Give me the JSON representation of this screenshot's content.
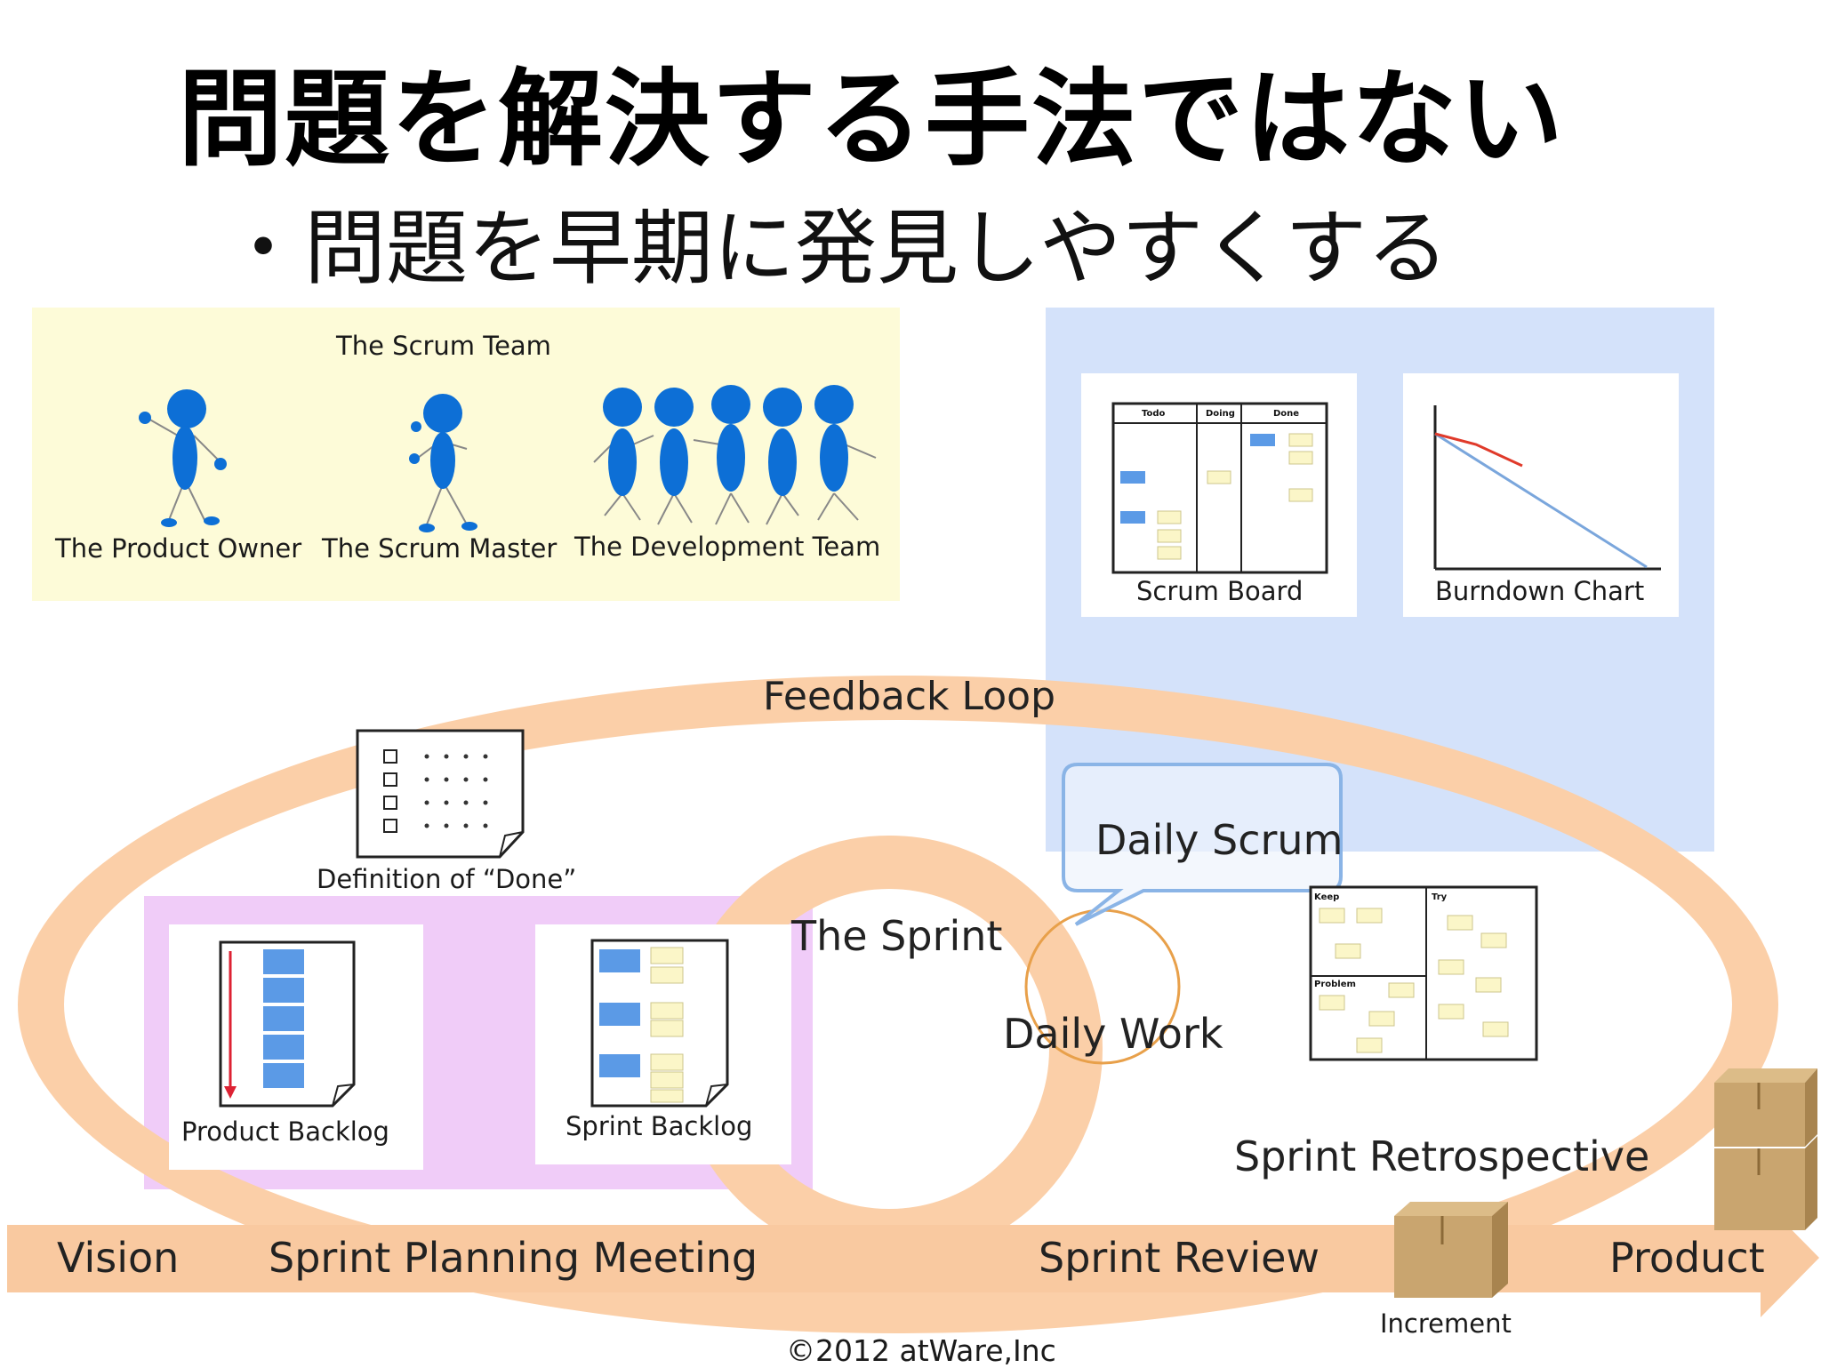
{
  "title": "問題を解決する手法ではない",
  "subtitle": "・問題を早期に発見しやすくする",
  "team": {
    "heading": "The Scrum Team",
    "product_owner": "The Product Owner",
    "scrum_master": "The Scrum Master",
    "development_team": "The Development Team"
  },
  "tools": {
    "scrum_board": {
      "label": "Scrum Board",
      "columns": [
        "Todo",
        "Doing",
        "Done"
      ]
    },
    "burndown_chart": {
      "label": "Burndown Chart"
    }
  },
  "loop": {
    "feedback_loop": "Feedback Loop",
    "definition_of_done": "Definition of “Done”",
    "daily_scrum": "Daily Scrum",
    "the_sprint": "The Sprint",
    "daily_work": "Daily Work",
    "sprint_retrospective": "Sprint Retrospective",
    "retro_board_sections": [
      "Keep",
      "Try",
      "Problem"
    ]
  },
  "artifacts": {
    "product_backlog": "Product Backlog",
    "sprint_backlog": "Sprint Backlog"
  },
  "timeline": {
    "vision": "Vision",
    "sprint_planning_meeting": "Sprint Planning Meeting",
    "sprint_review": "Sprint Review",
    "product": "Product",
    "increment": "Increment"
  },
  "copyright": "©2012 atWare,Inc",
  "colors": {
    "loop": "#fbcfa8",
    "arrow": "#f9c9a0",
    "team_bg": "#fdfbd8",
    "tools_bg": "#d4e2fa",
    "artifacts_bg": "#f0ccf8",
    "figure": "#0d6fd6",
    "box": "#c9a56f"
  }
}
